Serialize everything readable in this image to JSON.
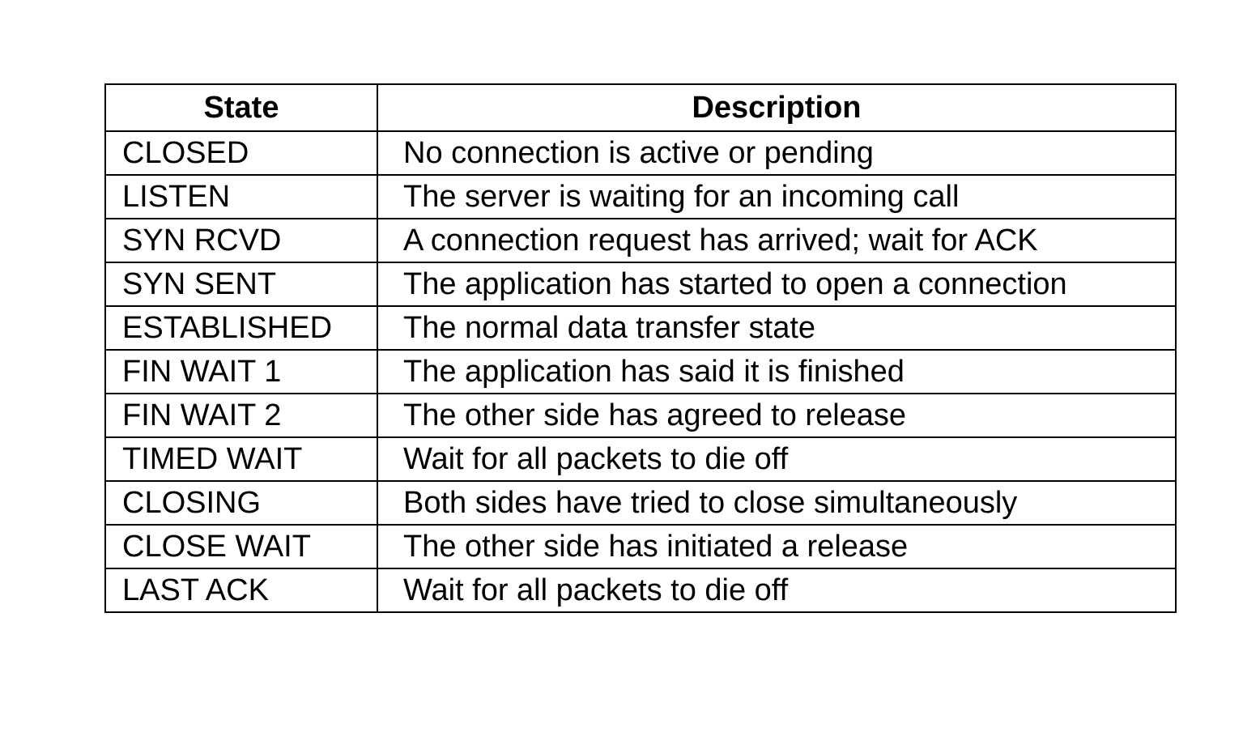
{
  "table": {
    "headers": {
      "state": "State",
      "description": "Description"
    },
    "rows": [
      {
        "state": "CLOSED",
        "description": "No connection is active or pending"
      },
      {
        "state": "LISTEN",
        "description": "The server is waiting for an incoming call"
      },
      {
        "state": "SYN RCVD",
        "description": "A connection request has arrived; wait for ACK"
      },
      {
        "state": "SYN SENT",
        "description": "The application has started to open a connection"
      },
      {
        "state": "ESTABLISHED",
        "description": "The normal data transfer state"
      },
      {
        "state": "FIN WAIT 1",
        "description": "The application has said it is finished"
      },
      {
        "state": "FIN WAIT 2",
        "description": "The other side has agreed to release"
      },
      {
        "state": "TIMED WAIT",
        "description": "Wait for all packets to die off"
      },
      {
        "state": "CLOSING",
        "description": "Both sides have tried to close simultaneously"
      },
      {
        "state": "CLOSE WAIT",
        "description": "The other side has initiated a release"
      },
      {
        "state": "LAST ACK",
        "description": "Wait for all packets to die off"
      }
    ]
  }
}
